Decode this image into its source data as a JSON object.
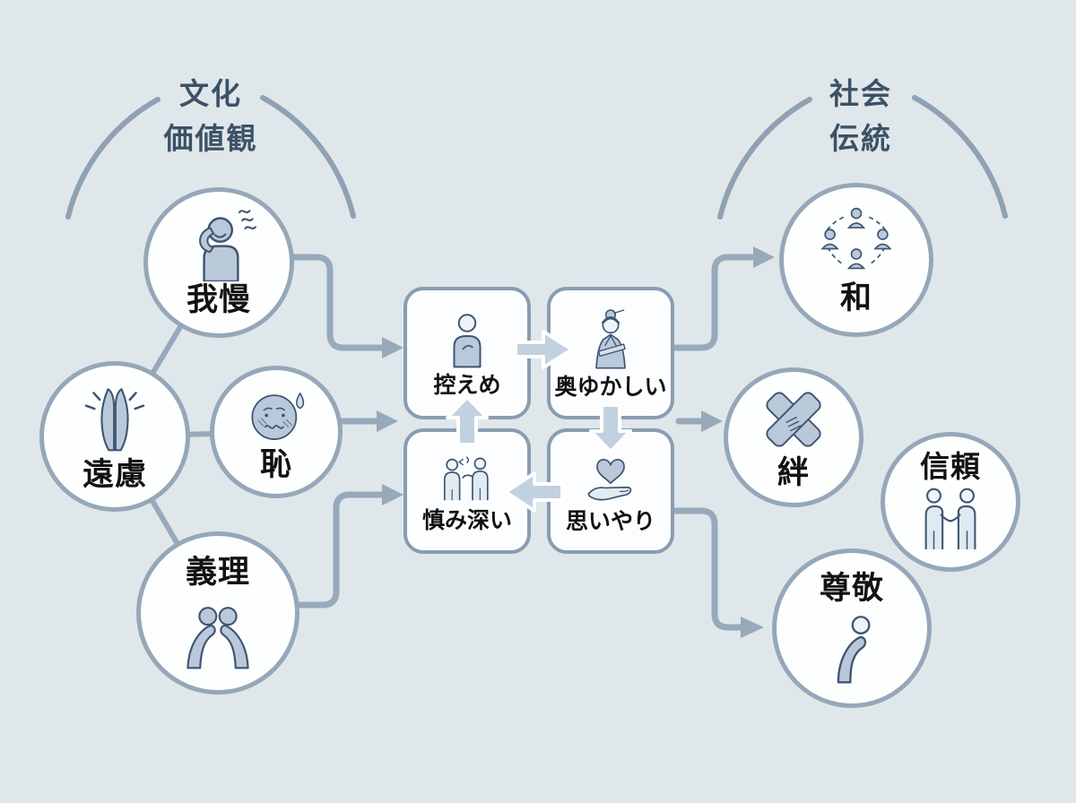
{
  "background": "#dfe7ea",
  "palette": {
    "node_border": "#95a7b8",
    "box_border": "#8a9cb0",
    "connector": "#97a9bb",
    "cycle_arrow_fill": "#c2d1df",
    "icon_stroke": "#3f5570",
    "icon_fill": "#b9c9da",
    "label_color": "#121212",
    "group_label_color": "#3d5166"
  },
  "group_left": {
    "line1": "文化",
    "line2": "価値観"
  },
  "group_right": {
    "line1": "社会",
    "line2": "伝統"
  },
  "sources": {
    "gaman": {
      "label": "我慢",
      "icon": "stressed-person-icon"
    },
    "enryo": {
      "label": "遠慮",
      "icon": "praying-hands-icon"
    },
    "haji": {
      "label": "恥",
      "icon": "embarrassed-face-icon"
    },
    "giri": {
      "label": "義理",
      "icon": "bowing-pair-icon"
    }
  },
  "behaviors": {
    "hikaeme": {
      "label": "控えめ",
      "icon": "modest-person-icon"
    },
    "okuyukashii": {
      "label": "奥ゆかしい",
      "icon": "kimono-woman-icon"
    },
    "tsutsushimibukai": {
      "label": "慎み深い",
      "icon": "talking-pair-icon"
    },
    "omoiyari": {
      "label": "思いやり",
      "icon": "heart-in-hand-icon"
    }
  },
  "outcomes": {
    "wa": {
      "label": "和",
      "icon": "people-circle-icon"
    },
    "kizuna": {
      "label": "絆",
      "icon": "stacked-hands-icon"
    },
    "shinrai": {
      "label": "信頼",
      "icon": "handshake-icon"
    },
    "sonkei": {
      "label": "尊敬",
      "icon": "bowing-person-icon"
    }
  }
}
